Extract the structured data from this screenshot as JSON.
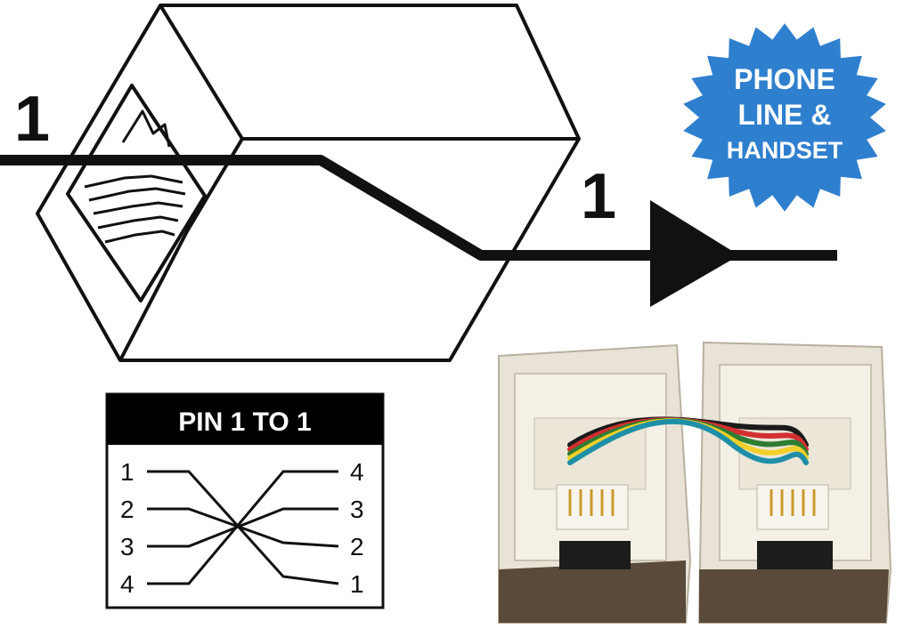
{
  "adapter": {
    "input_label": "1",
    "output_label": "1"
  },
  "badge": {
    "lines": [
      "PHONE",
      "LINE &",
      "HANDSET"
    ],
    "color": "#2f7fcf"
  },
  "wiring": {
    "title": "PIN 1 TO 1",
    "left_pins": [
      "1",
      "2",
      "3",
      "4"
    ],
    "right_pins": [
      "4",
      "3",
      "2",
      "1"
    ],
    "header_color": "#000000"
  },
  "photo": {
    "wire_colors": [
      "#1a1a1a",
      "#d32f2f",
      "#2e7d32",
      "#f2d02a",
      "#1f8fa8"
    ]
  }
}
